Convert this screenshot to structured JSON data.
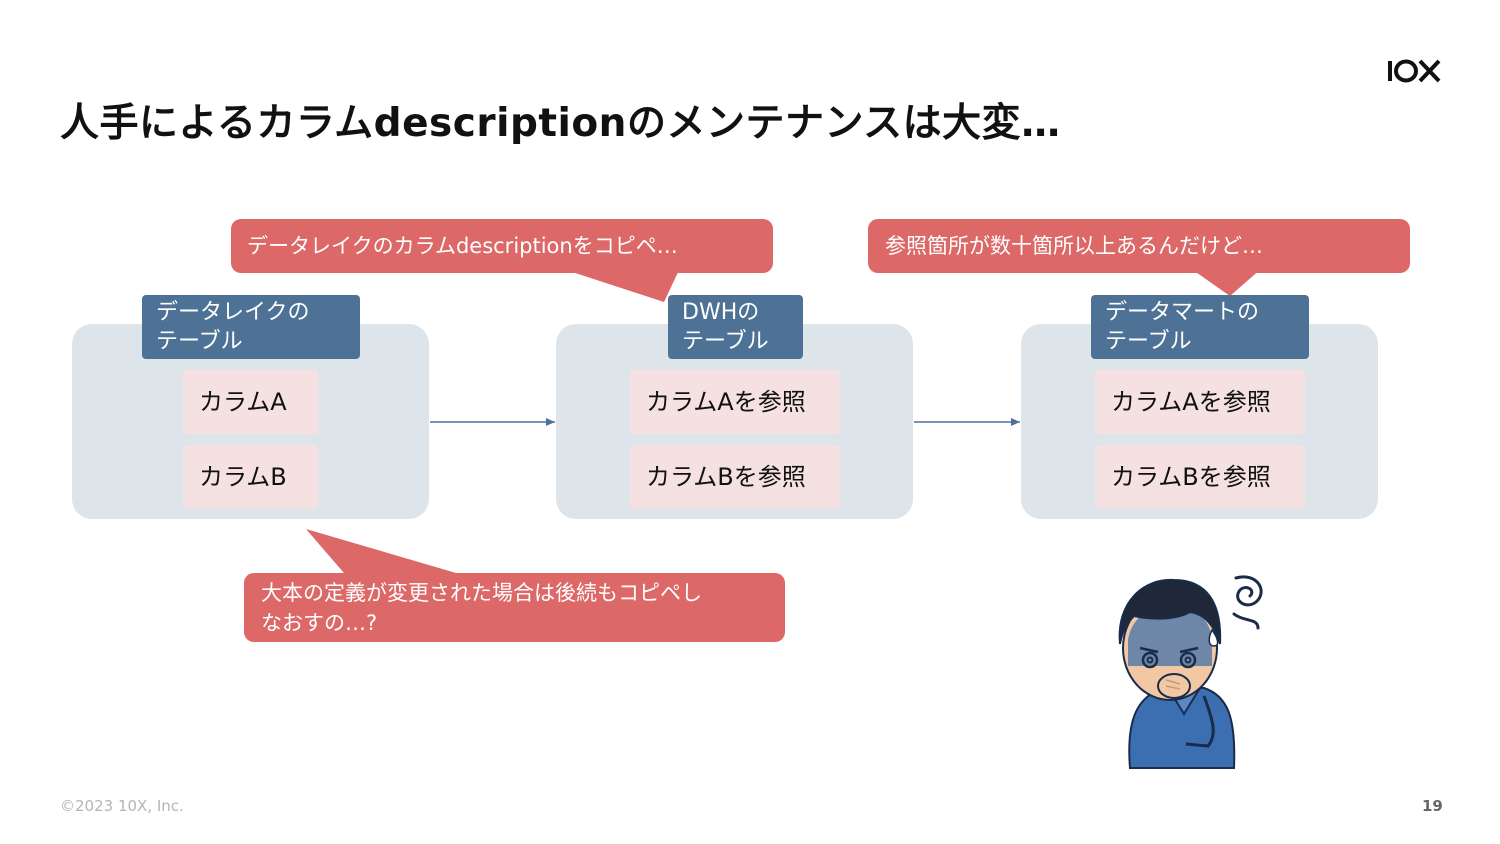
{
  "title": "人手によるカラムdescriptionのメンテナンスは大変…",
  "logo_text": "10X",
  "panels": [
    {
      "tag": "データレイクの\nテーブル",
      "cells": [
        "カラムA",
        "カラムB"
      ]
    },
    {
      "tag": "DWHの\nテーブル",
      "cells": [
        "カラムAを参照",
        "カラムBを参照"
      ]
    },
    {
      "tag": "データマートの\nテーブル",
      "cells": [
        "カラムAを参照",
        "カラムBを参照"
      ]
    }
  ],
  "bubbles": {
    "copy_paste": "データレイクのカラムdescriptionをコピペ…",
    "many_refs": "参照箇所が数十箇所以上あるんだけど…",
    "redo": "大本の定義が変更された場合は後続もコピペし\nなおすの…?"
  },
  "footer": {
    "copyright": "©2023 10X, Inc.",
    "page_number": "19"
  },
  "illustration": "confused-person-icon",
  "colors": {
    "panel_bg": "#dde4ea",
    "tag_bg": "#4d7296",
    "cell_bg": "#f5e1e1",
    "bubble_bg": "#dc6868",
    "arrow": "#4d7296"
  }
}
